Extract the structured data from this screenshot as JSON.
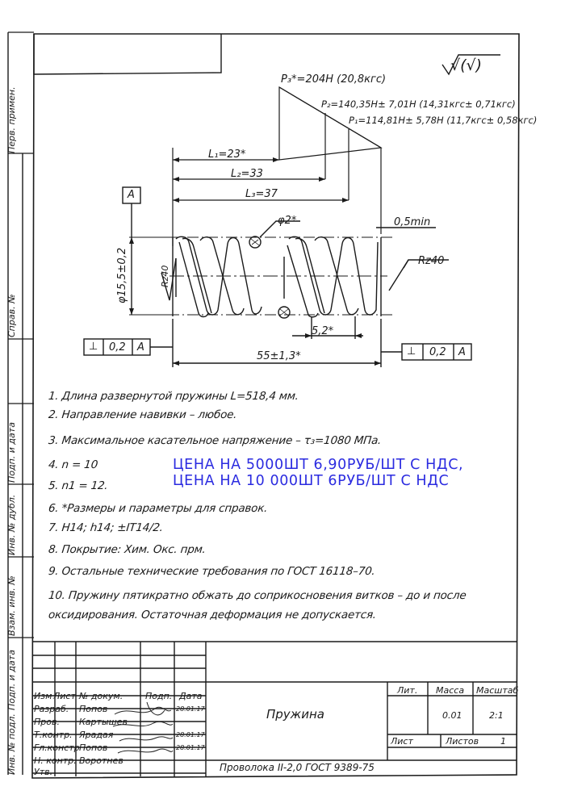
{
  "roughness_symbol": "√(√)",
  "forces": {
    "p3": "P₃*=204Н (20,8кгс)",
    "p2": "P₂=140,35Н± 7,01Н (14,31кгс± 0,71кгс)",
    "p1": "P₁=114,81Н± 5,78Н (11,7кгс± 0,58кгс)"
  },
  "dimensions": {
    "l1": "L₁=23*",
    "l2": "L₂=33",
    "l3": "L₃=37",
    "wire_diameter": "φ2*",
    "gap": "0,5min",
    "roughness_right": "Rz40",
    "roughness_left": "Rz40",
    "outer_diameter": "φ15,5±0,2",
    "pitch": "5,2*",
    "length": "55±1,3*",
    "datum": "A",
    "tolerance_left": [
      "⊥",
      "0,2",
      "A"
    ],
    "tolerance_right": [
      "⊥",
      "0,2",
      "A"
    ]
  },
  "notes": [
    "1. Длина развернутой пружины L=518,4 мм.",
    "2. Направление навивки – любое.",
    "3. Максимальное касательное напряжение – τ₃=1080 МПа.",
    "4. n = 10",
    "5. n1 = 12.",
    "6. *Размеры и параметры для справок.",
    "7. H14; h14; ±IT14/2.",
    "8. Покрытие: Хим. Окс. прм.",
    "9. Остальные технические требования по ГОСТ 16118–70.",
    "10.   Пружину пятикратно обжать до соприкосновения витков – до и после",
    "оксидирования. Остаточная деформация не допускается."
  ],
  "price_lines": [
    "ЦЕНА НА 5000ШТ 6,90РУБ/ШТ С НДС,",
    "ЦЕНА НА 10 000ШТ 6РУБ/ШТ С НДС"
  ],
  "side_labels": {
    "perv_primen": "Перв. примен.",
    "sprav": "Справ. №",
    "podp_data_1": "Подп. и дата",
    "inv_dubl": "Инв. № дубл.",
    "vzam_inv": "Взам. инв. №",
    "podp_data_2": "Подп. и дата",
    "inv_podl": "Инв. № подл."
  },
  "title_block": {
    "headers": [
      "Изм",
      "Лист",
      "№ докум.",
      "Подп.",
      "Дата"
    ],
    "rows": [
      {
        "role": "Разраб.",
        "name": "Попов"
      },
      {
        "role": "Пров.",
        "name": "Картышев"
      },
      {
        "role": "Т.контр.",
        "name": "Ярадая"
      },
      {
        "role": "Гл.констр",
        "name": "Попов"
      },
      {
        "role": "Н. контр.",
        "name": "Воротнев"
      },
      {
        "role": "Утв.",
        "name": ""
      }
    ],
    "dates": [
      "28.01.17",
      "",
      "28.01.17",
      "28.01.17"
    ],
    "part_name": "Пружина",
    "lit_label": "Лит.",
    "massa_label": "Масса",
    "masshtab_label": "Масштаб",
    "massa_value": "0.01",
    "masshtab_value": "2:1",
    "list_label": "Лист",
    "listov_label": "Листов",
    "listov_value": "1",
    "material": "Проволока II-2,0 ГОСТ 9389-75"
  }
}
